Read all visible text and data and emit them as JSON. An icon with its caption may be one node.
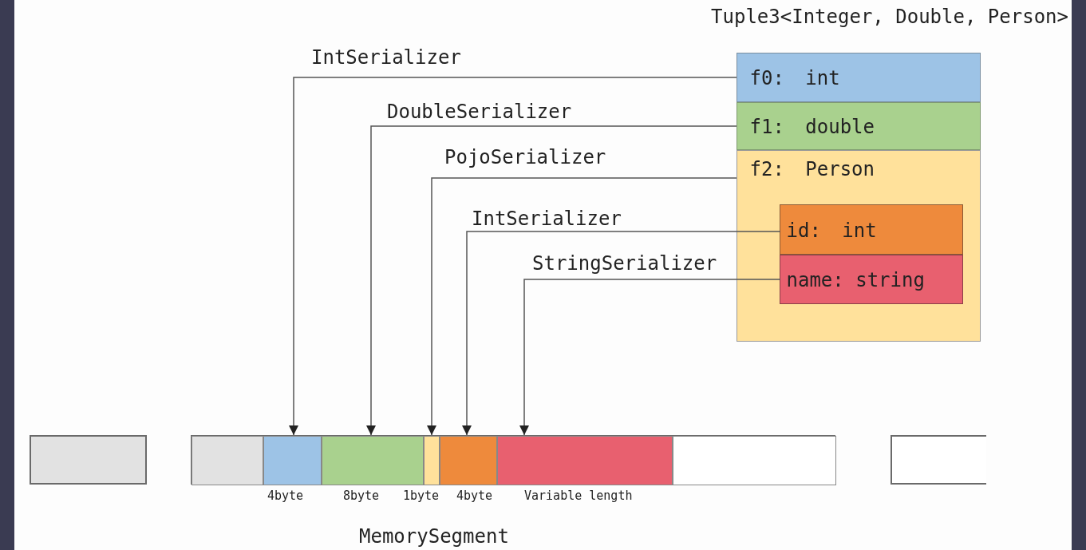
{
  "diagram": {
    "nodes": [
      {
        "text": [
          "Tuple3<Integer, Double, Person>"
        ]
      },
      {
        "text": [
          "f0: int"
        ],
        "in": 0
      },
      {
        "text": [
          "f1: double"
        ],
        "in": 0
      },
      {
        "text": [
          "f2: Person"
        ],
        "in": 0
      },
      {
        "text": [],
        "shape": "box",
        "in": 3
      },
      {
        "text": [
          "id: int"
        ],
        "in": 4
      },
      {
        "text": [
          "name: string"
        ],
        "in": 4
      },
      {
        "text": [],
        "shape": "bar"
      },
      {
        "text": [],
        "shape": "bar",
        "beside": [
          "MemorySegment"
        ]
      },
      {
        "text": [],
        "shape": "box",
        "in": 8
      },
      {
        "text": [],
        "shape": "box",
        "in": 8,
        "beside": [
          "4byte"
        ]
      },
      {
        "text": [],
        "shape": "box",
        "in": 8,
        "beside": [
          "8byte"
        ]
      },
      {
        "text": [],
        "shape": "box",
        "in": 8,
        "beside": [
          "1byte"
        ]
      },
      {
        "text": [],
        "shape": "box",
        "in": 8,
        "beside": [
          "4byte"
        ]
      },
      {
        "text": [],
        "shape": "box",
        "in": 8,
        "beside": [
          "Variable length"
        ]
      },
      {
        "text": [],
        "shape": "box",
        "in": 8
      },
      {
        "text": [],
        "shape": "bar"
      }
    ],
    "edges": [
      {
        "from": 1,
        "to": 10,
        "arrow": "to",
        "label": "IntSerializer"
      },
      {
        "from": 2,
        "to": 11,
        "arrow": "to",
        "label": "DoubleSerializer"
      },
      {
        "from": 3,
        "to": 12,
        "arrow": "to",
        "label": "PojoSerializer"
      },
      {
        "from": 5,
        "to": 13,
        "arrow": "to",
        "label": "IntSerializer"
      },
      {
        "from": 6,
        "to": 14,
        "arrow": "to",
        "label": "StringSerializer"
      }
    ]
  }
}
